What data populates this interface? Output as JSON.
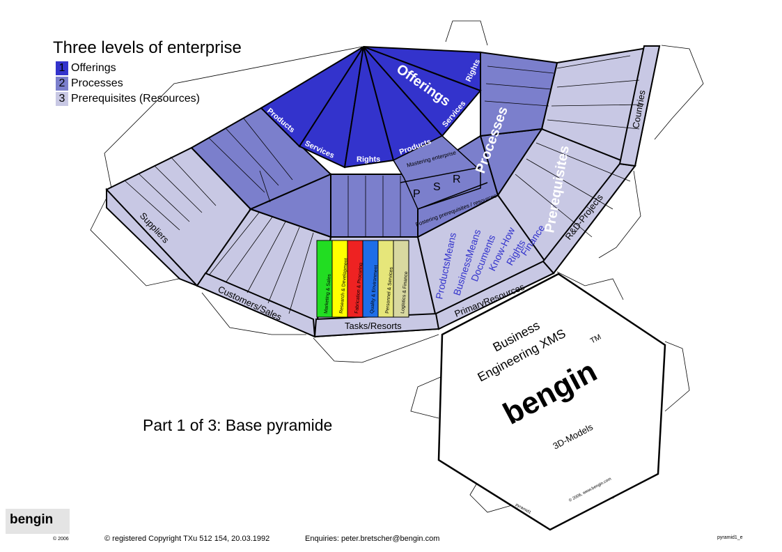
{
  "legend": {
    "title": "Three levels of enterprise",
    "items": [
      {
        "num": "1",
        "label": "Offerings",
        "color": "#3333cc"
      },
      {
        "num": "2",
        "label": "Processes",
        "color": "#7b7fcc"
      },
      {
        "num": "3",
        "label": "Prerequisites (Resources)",
        "color": "#c8c8e4"
      }
    ]
  },
  "part_title": "Part 1 of 3: Base pyramide",
  "colors": {
    "offerings": "#3333cc",
    "processes": "#7b7fcc",
    "prerequisites": "#c8c8e4",
    "outline": "#000000"
  },
  "top_segments": {
    "offerings": "Offerings",
    "rights_top": "Rights",
    "services_top": "Services",
    "products_top": "Products",
    "products_left": "Products",
    "services_left": "Services",
    "rights_mid": "Rights",
    "products_mid": "Products"
  },
  "processes_big": "Processes",
  "prerequisites_big": "Prerequisites",
  "center": {
    "mastering": "Mastering enterprise",
    "p": "P",
    "s": "S",
    "r": "R",
    "fostering": "Fostering prerequisites / resources"
  },
  "tasks": {
    "label": "Tasks/Resorts",
    "items": [
      {
        "label": "Marketing & Sales",
        "color": "#22dd22"
      },
      {
        "label": "Research & Development",
        "color": "#ffff00"
      },
      {
        "label": "Fabrication & Procuring",
        "color": "#ee2222"
      },
      {
        "label": "Quality & Environment",
        "color": "#1e6ee8"
      },
      {
        "label": "Personnel & Services",
        "color": "#e6e67a"
      },
      {
        "label": "Logistics & Finance",
        "color": "#d8d8a0"
      }
    ]
  },
  "primary_resources": {
    "label": "PrimaryResources",
    "items": [
      "ProductsMeans",
      "BusinessMeans",
      "Documents",
      "Know-How",
      "Rights",
      "Finance"
    ]
  },
  "outer_labels": {
    "suppliers": "Suppliers",
    "customers": "Customers/Sales",
    "rd": "R&D-Projects",
    "countries": "Countries"
  },
  "hexagon": {
    "business": "Business",
    "engineering": "Engineering XMS",
    "tm": "TM",
    "brand": "bengin",
    "models": "3D-Models",
    "copyright": "© 2006, www.bengin.com",
    "code": "pyramid1"
  },
  "logo": "bengin",
  "logo_small": "© 2006",
  "footer": {
    "copyright": "© registered Copyright TXu 512 154, 20.03.1992",
    "enquiries": "Enquiries: peter.bretscher@bengin.com",
    "code": "pyramid1_e"
  }
}
